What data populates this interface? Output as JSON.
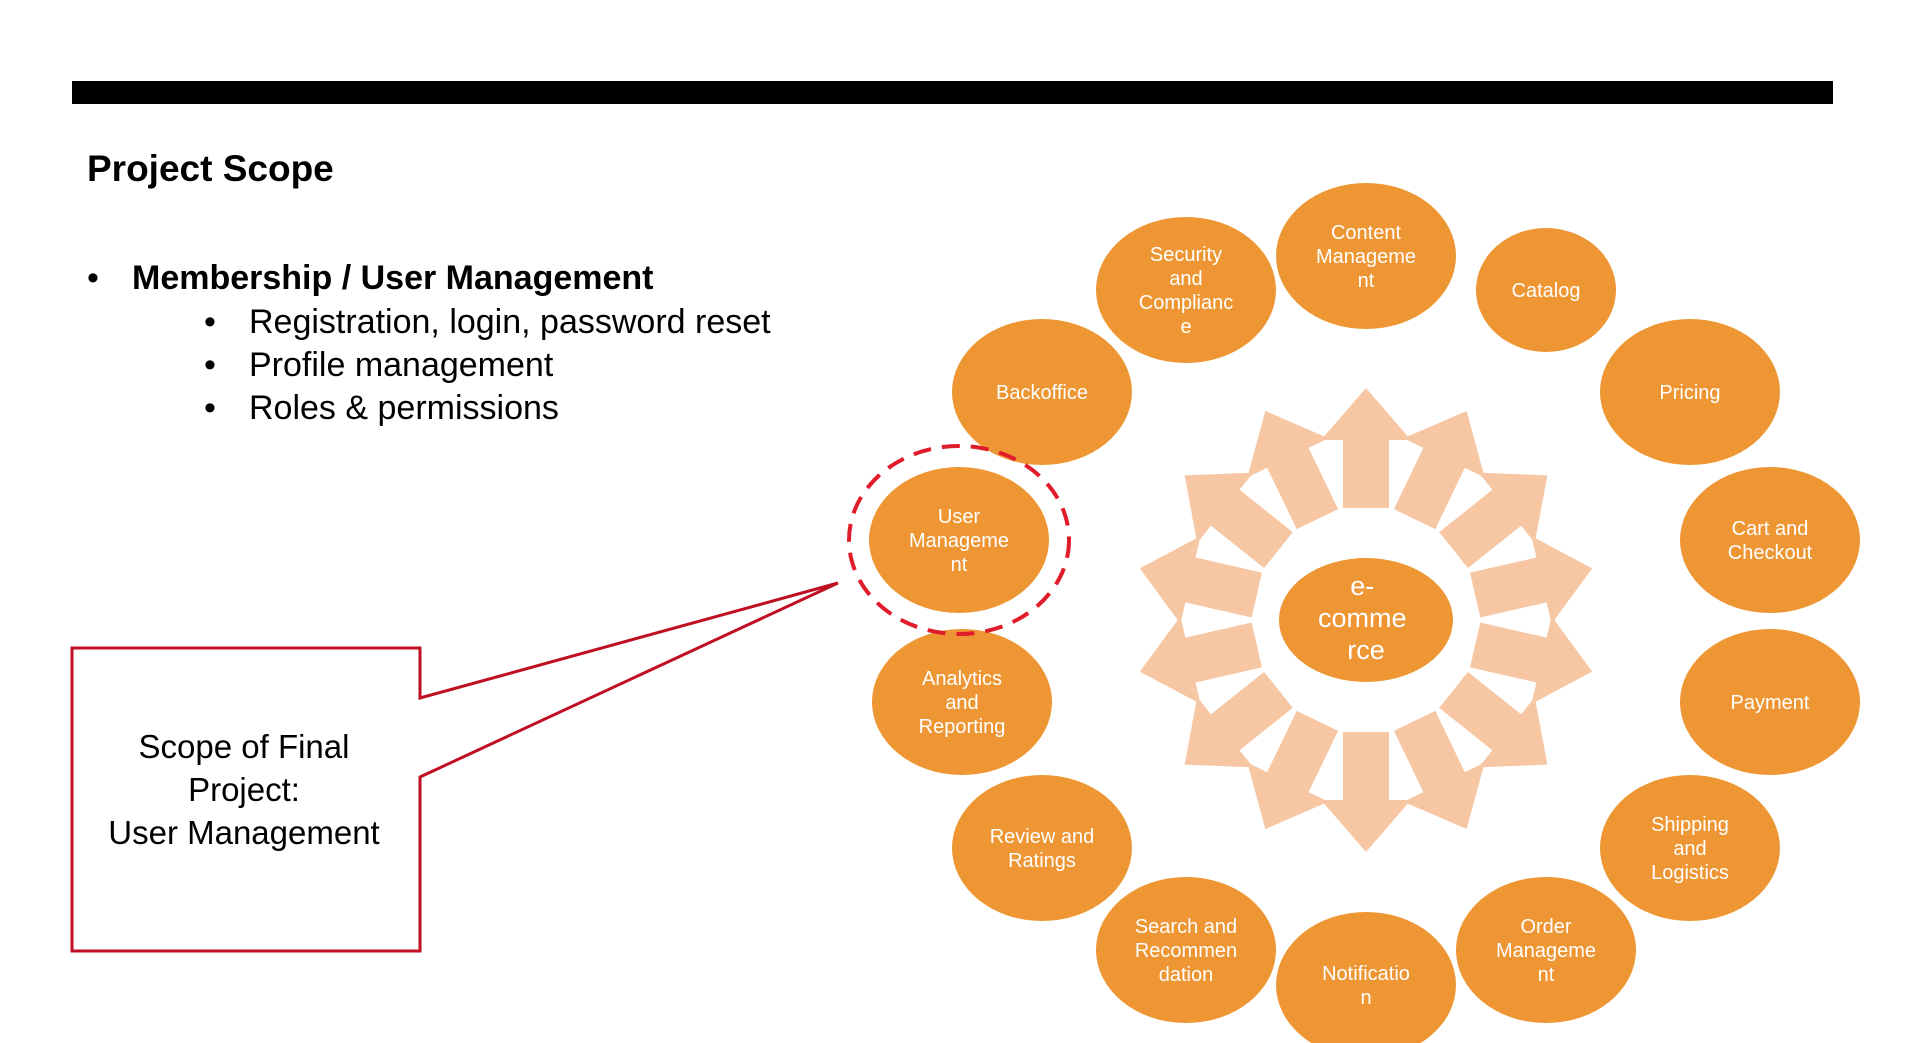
{
  "slide": {
    "title": "Project Scope",
    "bullets": [
      {
        "text": "Membership / User Management",
        "subitems": [
          "Registration, login, password reset",
          "Profile management",
          "Roles & permissions"
        ]
      }
    ]
  },
  "callout": {
    "line1": "Scope of Final",
    "line2": "Project:",
    "line3": "User Management"
  },
  "diagram": {
    "center": [
      "e-",
      "comme",
      "rce"
    ],
    "nodes": [
      {
        "key": "content",
        "lines": [
          "Content",
          "Manageme",
          "nt"
        ]
      },
      {
        "key": "catalog",
        "lines": [
          "Catalog"
        ]
      },
      {
        "key": "pricing",
        "lines": [
          "Pricing"
        ]
      },
      {
        "key": "cart",
        "lines": [
          "Cart and",
          "Checkout"
        ]
      },
      {
        "key": "payment",
        "lines": [
          "Payment"
        ]
      },
      {
        "key": "shipping",
        "lines": [
          "Shipping",
          "and",
          "Logistics"
        ]
      },
      {
        "key": "order",
        "lines": [
          "Order",
          "Manageme",
          "nt"
        ]
      },
      {
        "key": "notification",
        "lines": [
          "Notificatio",
          "n"
        ]
      },
      {
        "key": "search",
        "lines": [
          "Search and",
          "Recommen",
          "dation"
        ]
      },
      {
        "key": "review",
        "lines": [
          "Review and",
          "Ratings"
        ]
      },
      {
        "key": "analytics",
        "lines": [
          "Analytics",
          "and",
          "Reporting"
        ]
      },
      {
        "key": "user",
        "lines": [
          "User",
          "Manageme",
          "nt"
        ]
      },
      {
        "key": "backoffice",
        "lines": [
          "Backoffice"
        ]
      },
      {
        "key": "security",
        "lines": [
          "Security",
          "and",
          "Complianc",
          "e"
        ]
      }
    ],
    "colors": {
      "node": "#ee9633",
      "arrow": "#f7c7a4",
      "highlight": "#e01b2a",
      "callout_border": "#c00f22",
      "text_light": "#ffffff"
    }
  }
}
